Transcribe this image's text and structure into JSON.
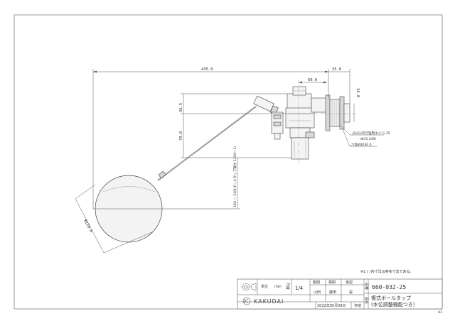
{
  "dimensions": {
    "total_length": "435.0",
    "body_width": "60.0",
    "thread_length": "35.0",
    "thread_height": "24.0",
    "upper_height": "36.5",
    "mid_height": "79.0",
    "water_level_range": "180 〜 240(ボールタップ取付 1100〜1)",
    "ball_diameter": "Φ120.0",
    "pipe_thread_label": "JIS(G)平行管用ネジ G 25",
    "pipe_thread_sub": "(Φ33.249)",
    "nut_label": "六角対辺40.0"
  },
  "note": "※1 ( )内寸法は参考寸法である。",
  "title_block": {
    "unit_label": "単位",
    "unit_value": "mm",
    "scale_label": "尺度",
    "scale_value": "1/4",
    "headers": [
      "製図",
      "検図",
      "承認"
    ],
    "names": [
      "山田",
      "藤田",
      "桜"
    ],
    "part_no_label": "品番",
    "part_no": "660-032-25",
    "name_label": "品名",
    "product_name_1": "複式ボールタップ",
    "product_name_2": "(水位調整機能つき)",
    "date": "2022年05月09日",
    "date_suffix": "作成",
    "brand": "KAKUDAI",
    "sheet_size": "A3"
  }
}
